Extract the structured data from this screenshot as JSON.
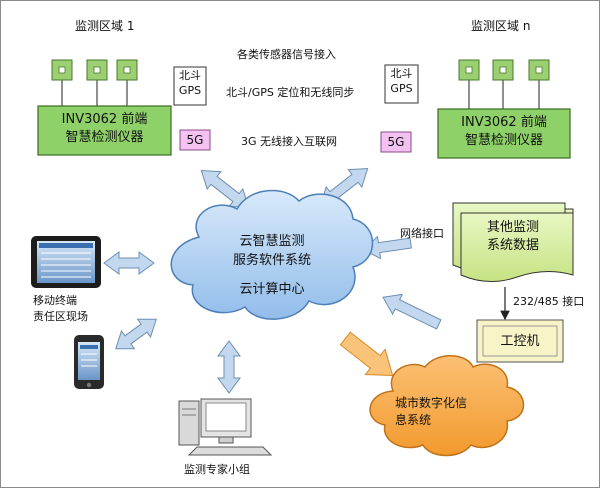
{
  "region_left": "监测区域 1",
  "region_right": "监测区域 n",
  "sensor_signal": "各类传感器信号接入",
  "gps_sync": "北斗/GPS 定位和无线同步",
  "wireless_3g": "3G 无线接入互联网",
  "beidou_line1": "北斗",
  "beidou_line2": "GPS",
  "badge_5g": "5G",
  "device_line1": "INV3062 前端",
  "device_line2": "智慧检测仪器",
  "cloud_line1": "云智慧监测",
  "cloud_line2": "服务软件系统",
  "cloud_line3": "云计算中心",
  "network_port": "网络接口",
  "other_line1": "其他监测",
  "other_line2": "系统数据",
  "serial_port": "232/485 接口",
  "ipc": "工控机",
  "mobile_line1": "移动终端",
  "mobile_line2": "责任区现场",
  "expert_group": "监测专家小组",
  "city_line1": "城市数字化信",
  "city_line2": "息系统",
  "colors": {
    "device_green": "#8fd169",
    "sensor_green": "#9bcf72",
    "badge_pink": "#f3c2f0",
    "cloud_blue": "#a9cdf0",
    "arrow_blue": "#c3d8ee",
    "paper_green": "#d7ef9e",
    "city_orange": "#f7a94a",
    "orange_arrow": "#f9c37a"
  }
}
